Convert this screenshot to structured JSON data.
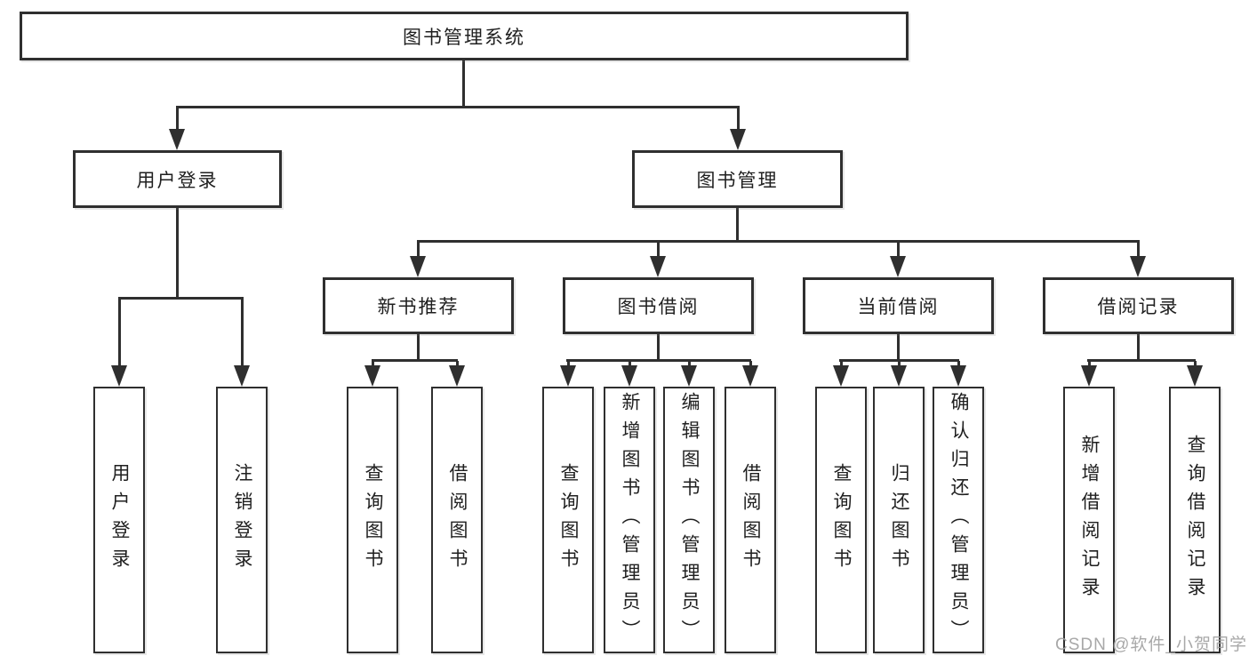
{
  "diagram": {
    "title": "图书管理系统",
    "colors": {
      "background": "#ffffff",
      "line": "#2f2f2f",
      "box_border": "#2f2f2f",
      "text": "#1f1f1f",
      "watermark": "#9e9e9e"
    },
    "watermark": {
      "text": "CSDN @软件_小贺同学"
    },
    "nodes": [
      {
        "id": "root",
        "label": "图书管理系统",
        "parent": null,
        "orientation": "horizontal"
      },
      {
        "id": "user-login-group",
        "label": "用户登录",
        "parent": "root",
        "orientation": "horizontal"
      },
      {
        "id": "book-management",
        "label": "图书管理",
        "parent": "root",
        "orientation": "horizontal"
      },
      {
        "id": "user-login",
        "label": "用户登录",
        "parent": "user-login-group",
        "orientation": "vertical"
      },
      {
        "id": "logout",
        "label": "注销登录",
        "parent": "user-login-group",
        "orientation": "vertical"
      },
      {
        "id": "new-book-recommend",
        "label": "新书推荐",
        "parent": "book-management",
        "orientation": "horizontal"
      },
      {
        "id": "book-borrowing",
        "label": "图书借阅",
        "parent": "book-management",
        "orientation": "horizontal"
      },
      {
        "id": "current-borrowing",
        "label": "当前借阅",
        "parent": "book-management",
        "orientation": "horizontal"
      },
      {
        "id": "borrowing-records",
        "label": "借阅记录",
        "parent": "book-management",
        "orientation": "horizontal"
      },
      {
        "id": "query-books-recommend",
        "label": "查询图书",
        "parent": "new-book-recommend",
        "orientation": "vertical"
      },
      {
        "id": "borrow-books-recommend",
        "label": "借阅图书",
        "parent": "new-book-recommend",
        "orientation": "vertical"
      },
      {
        "id": "query-books-borrowing",
        "label": "查询图书",
        "parent": "book-borrowing",
        "orientation": "vertical"
      },
      {
        "id": "add-books-admin",
        "label": "新增图书（管理员）",
        "parent": "book-borrowing",
        "orientation": "vertical"
      },
      {
        "id": "edit-books-admin",
        "label": "编辑图书（管理员）",
        "parent": "book-borrowing",
        "orientation": "vertical"
      },
      {
        "id": "borrow-books",
        "label": "借阅图书",
        "parent": "book-borrowing",
        "orientation": "vertical"
      },
      {
        "id": "query-books-current",
        "label": "查询图书",
        "parent": "current-borrowing",
        "orientation": "vertical"
      },
      {
        "id": "return-books",
        "label": "归还图书",
        "parent": "current-borrowing",
        "orientation": "vertical"
      },
      {
        "id": "confirm-return-admin",
        "label": "确认归还（管理员）",
        "parent": "current-borrowing",
        "orientation": "vertical"
      },
      {
        "id": "add-borrow-record",
        "label": "新增借阅记录",
        "parent": "borrowing-records",
        "orientation": "vertical"
      },
      {
        "id": "query-borrow-record",
        "label": "查询借阅记录",
        "parent": "borrowing-records",
        "orientation": "vertical"
      }
    ]
  }
}
